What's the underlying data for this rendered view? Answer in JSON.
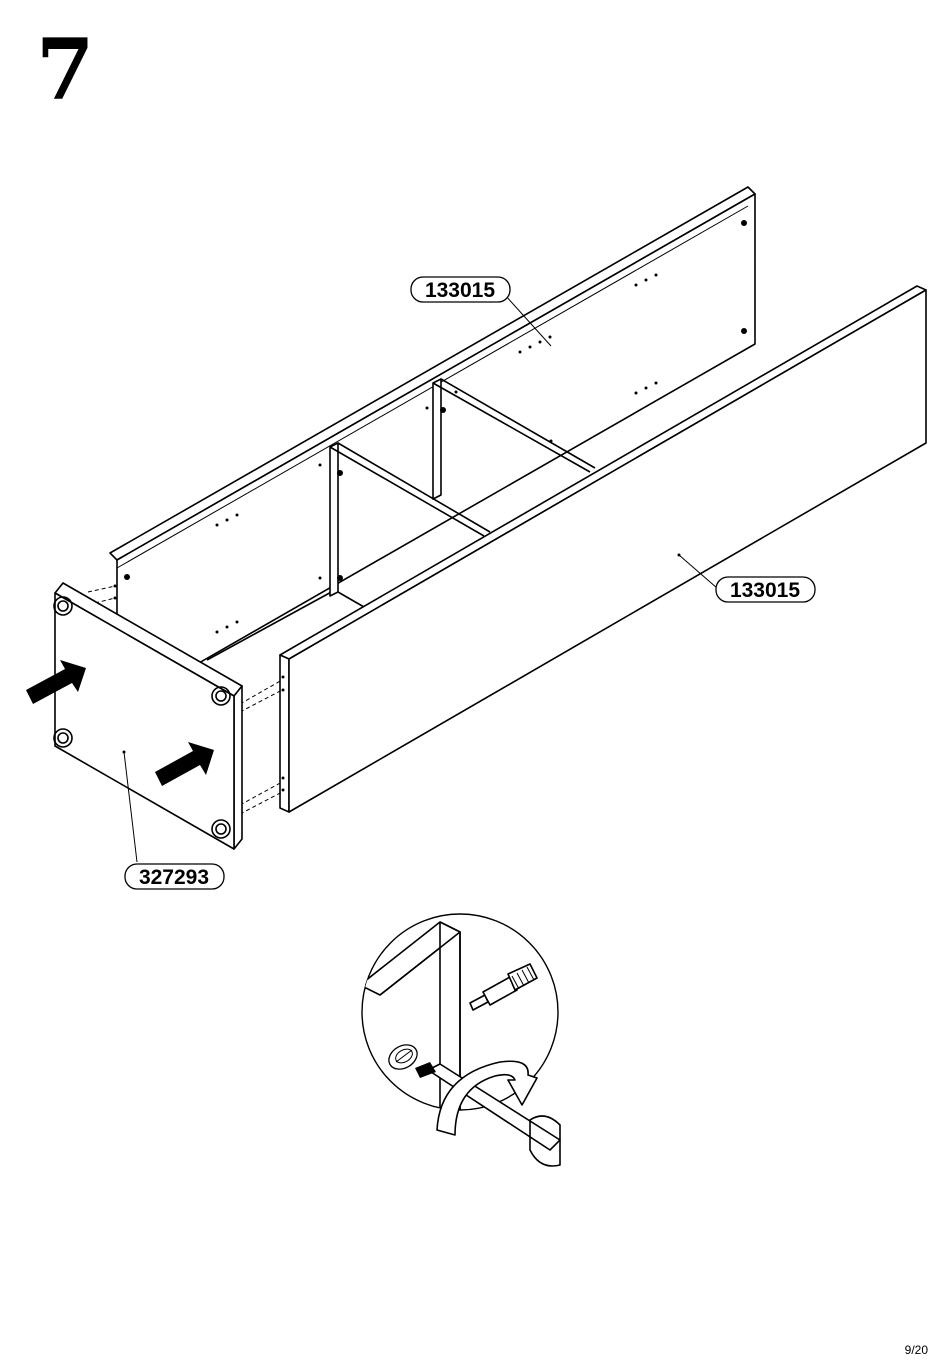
{
  "step": {
    "number": "7"
  },
  "parts": {
    "back_panel": "133015",
    "front_panel": "133015",
    "side_panel": "327293"
  },
  "page": {
    "number": "9/20"
  },
  "icons": {
    "push_arrow": "arrow-right-icon",
    "cam_lock": "cam-lock-icon",
    "screwdriver": "screwdriver-icon"
  }
}
